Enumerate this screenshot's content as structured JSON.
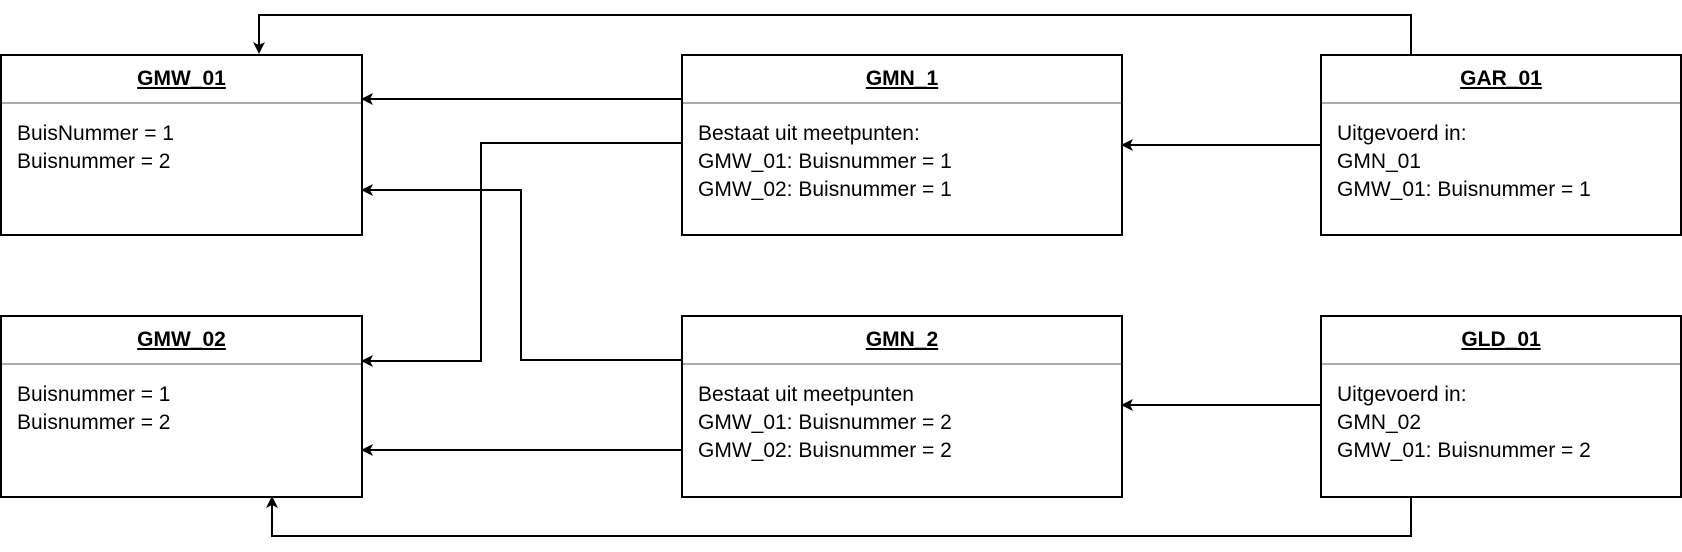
{
  "boxes": {
    "gmw01": {
      "title": "GMW_01",
      "lines": [
        "BuisNummer = 1",
        "Buisnummer = 2"
      ]
    },
    "gmw02": {
      "title": "GMW_02",
      "lines": [
        "Buisnummer = 1",
        "Buisnummer = 2"
      ]
    },
    "gmn1": {
      "title": "GMN_1",
      "lines": [
        "Bestaat uit meetpunten:",
        "GMW_01: Buisnummer = 1",
        "GMW_02: Buisnummer = 1"
      ]
    },
    "gmn2": {
      "title": "GMN_2",
      "lines": [
        "Bestaat uit meetpunten",
        "GMW_01: Buisnummer = 2",
        "GMW_02: Buisnummer = 2"
      ]
    },
    "gar01": {
      "title": "GAR_01",
      "lines": [
        "Uitgevoerd in:",
        "GMN_01",
        "GMW_01: Buisnummer = 1"
      ]
    },
    "gld01": {
      "title": "GLD_01",
      "lines": [
        "Uitgevoerd in:",
        "GMN_02",
        "GMW_01: Buisnummer = 2"
      ]
    }
  },
  "colors": {
    "line": "#000000",
    "separator": "#aaaaaa"
  }
}
